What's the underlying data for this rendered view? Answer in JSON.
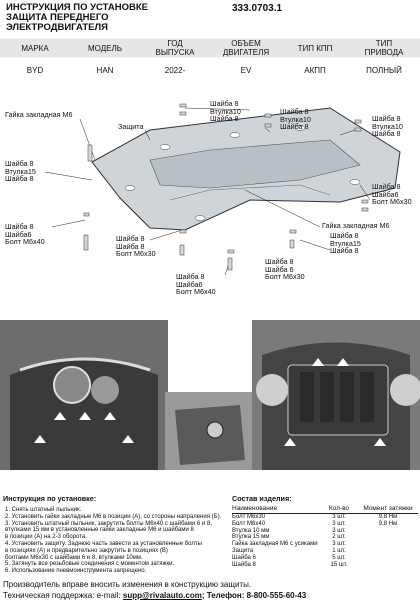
{
  "header": {
    "title_lines": [
      "ИНСТРУКЦИЯ ПО УСТАНОВКЕ",
      "ЗАЩИТА ПЕРЕДНЕГО",
      "ЭЛЕКТРОДВИГАТЕЛЯ"
    ],
    "code": "333.0703.1"
  },
  "spec": {
    "headers": [
      "МАРКА",
      "МОДЕЛЬ",
      "ГОД\nВЫПУСКА",
      "ОБЪЕМ\nДВИГАТЕЛЯ",
      "ТИП КПП",
      "ТИП\nПРИВОДА"
    ],
    "values": [
      "BYD",
      "HAN",
      "2022-",
      "EV",
      "АКПП",
      "ПОЛНЫЙ"
    ]
  },
  "callouts": {
    "l1": "Гайка закладная М6",
    "l2": "Защита",
    "l3a": "Шайба 8",
    "l3b": "Втулка15",
    "l3c": "Шайба 8",
    "l4a": "Шайба 8",
    "l4b": "Шайба6",
    "l4c": "Болт М6х40",
    "l5a": "Шайба 8",
    "l5b": "Шайба 8",
    "l5c": "Болт М6х30",
    "r1a": "Шайба 8",
    "r1b": "Втулка10",
    "r1c": "Шайба 8",
    "r2a": "Шайба 8",
    "r2b": "Втулка10",
    "r2c": "Шайба 8",
    "r3a": "Шайба 8",
    "r3b": "Втулка10",
    "r3c": "Шайба 8",
    "r4a": "Шайба 8",
    "r4b": "Шайба6",
    "r4c": "Болт М6х30",
    "r5": "Гайка закладная М6",
    "r6a": "Шайба 8",
    "r6b": "Втулка15",
    "r6c": "Шайба 8",
    "m1a": "Шайба 8",
    "m1b": "Шайба 6",
    "m1c": "Болт М6х30",
    "m2a": "Шайба 8",
    "m2b": "Шайба6",
    "m2c": "Болт М6х40"
  },
  "instructions": {
    "title": "Инструкция по установке:",
    "steps": [
      "1.  Снять штатный пыльник.",
      "2.  Установить гайки закладные М6 в позиции (А), со стороны напраления (Б).",
      "3.  Установить штатный пыльник, закрутить болты М6х40 с шайбами 6 и 8,",
      "     втулками 15 мм в установленные гайки закладные М6 и шайбами 8",
      "     в позиции (А) на 2-3 оборота.",
      "4.  Установить защиту. Заднюю часть завести за установленные болты",
      "     в позициях (А) и предварительно закрутить в позициях (В)",
      "     болтами М6х30 с шайбами 6 и 8, втулками 10мм.",
      "5.  Затянуть все резьбовые соединения с моментом затяжки.",
      "6.  Использование пневмоинструмента запрещено."
    ]
  },
  "kit": {
    "title": "Состав изделия:",
    "headers": [
      "Наименование",
      "Кол-во",
      "Момент затяжки"
    ],
    "rows": [
      [
        "Болт М6х30",
        "3 шт.",
        "9,8 Нм"
      ],
      [
        "Болт М6х40",
        "3 шт.",
        "9,8 Нм"
      ],
      [
        "Втулка 10 мм",
        "3 шт.",
        ""
      ],
      [
        "Втулка 15 мм",
        "2 шт.",
        ""
      ],
      [
        "Гайка закладная М6 с усиками",
        "3 шт.",
        ""
      ],
      [
        "Защита",
        "1 шт.",
        ""
      ],
      [
        "Шайба 6",
        "5 шт.",
        ""
      ],
      [
        "Шайба 8",
        "15 шт.",
        ""
      ]
    ]
  },
  "footer": {
    "line1": "Производитель вправе вносить изменения в конструкцию защиты.",
    "support_label": "Техническая поддержка:  e-mail: ",
    "email": "supp@rivalauto.com",
    "phone": "; Телефон: 8-800-555-60-43"
  }
}
